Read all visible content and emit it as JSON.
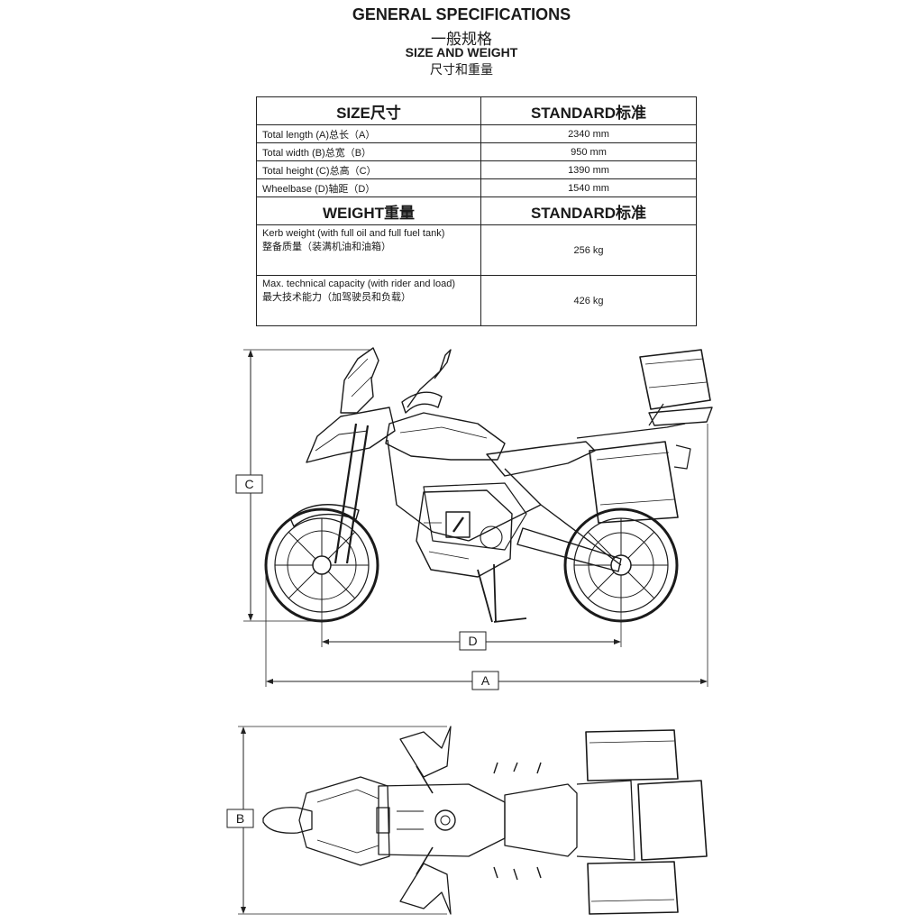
{
  "header": {
    "title": "GENERAL SPECIFICATIONS",
    "title_cn": "一般规格",
    "subtitle": "SIZE AND WEIGHT",
    "subtitle_cn": "尺寸和重量"
  },
  "size_section": {
    "heading": "SIZE尺寸",
    "standard_heading": "STANDARD标准",
    "rows": [
      {
        "label": "Total length (A)总长（A）",
        "value": "2340 mm"
      },
      {
        "label": "Total width (B)总宽（B）",
        "value": "950 mm"
      },
      {
        "label": "Total height (C)总高（C）",
        "value": "1390 mm"
      },
      {
        "label": "Wheelbase (D)轴距（D）",
        "value": "1540 mm"
      }
    ]
  },
  "weight_section": {
    "heading": "WEIGHT重量",
    "standard_heading": "STANDARD标准",
    "rows": [
      {
        "label": "Kerb weight (with full oil and full fuel tank)",
        "label_cn": "整备质量（装满机油和油箱）",
        "value": "256 kg"
      },
      {
        "label": "Max. technical capacity (with rider and load)",
        "label_cn": "最大技术能力（加驾驶员和负载）",
        "value": "426 kg"
      }
    ]
  },
  "diagram": {
    "label_a": "A",
    "label_b": "B",
    "label_c": "C",
    "label_d": "D"
  }
}
